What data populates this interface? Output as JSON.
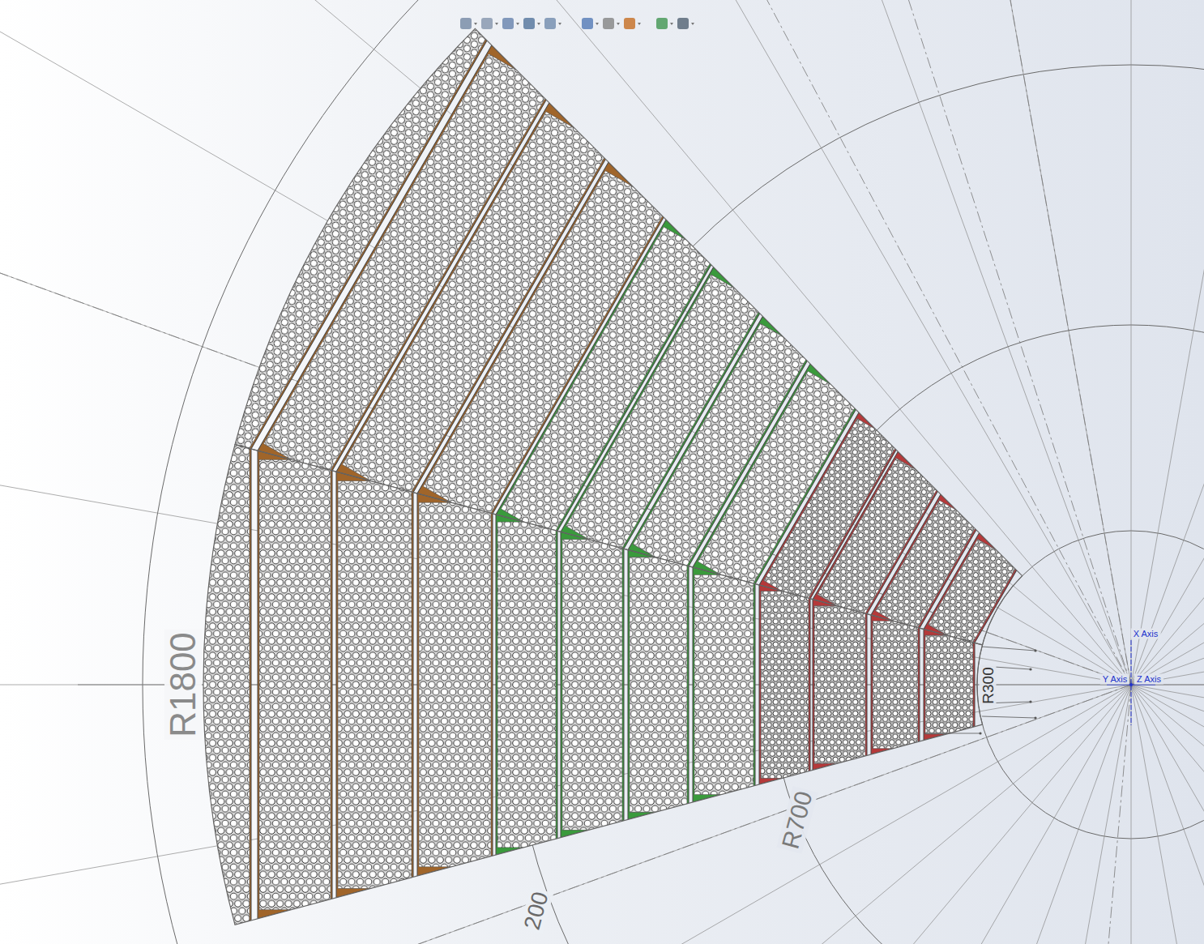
{
  "diagram": {
    "labels": [
      "R1800",
      "R700",
      "R300",
      "200",
      "X Axis",
      "Y Axis",
      "Z Axis"
    ]
  }
}
